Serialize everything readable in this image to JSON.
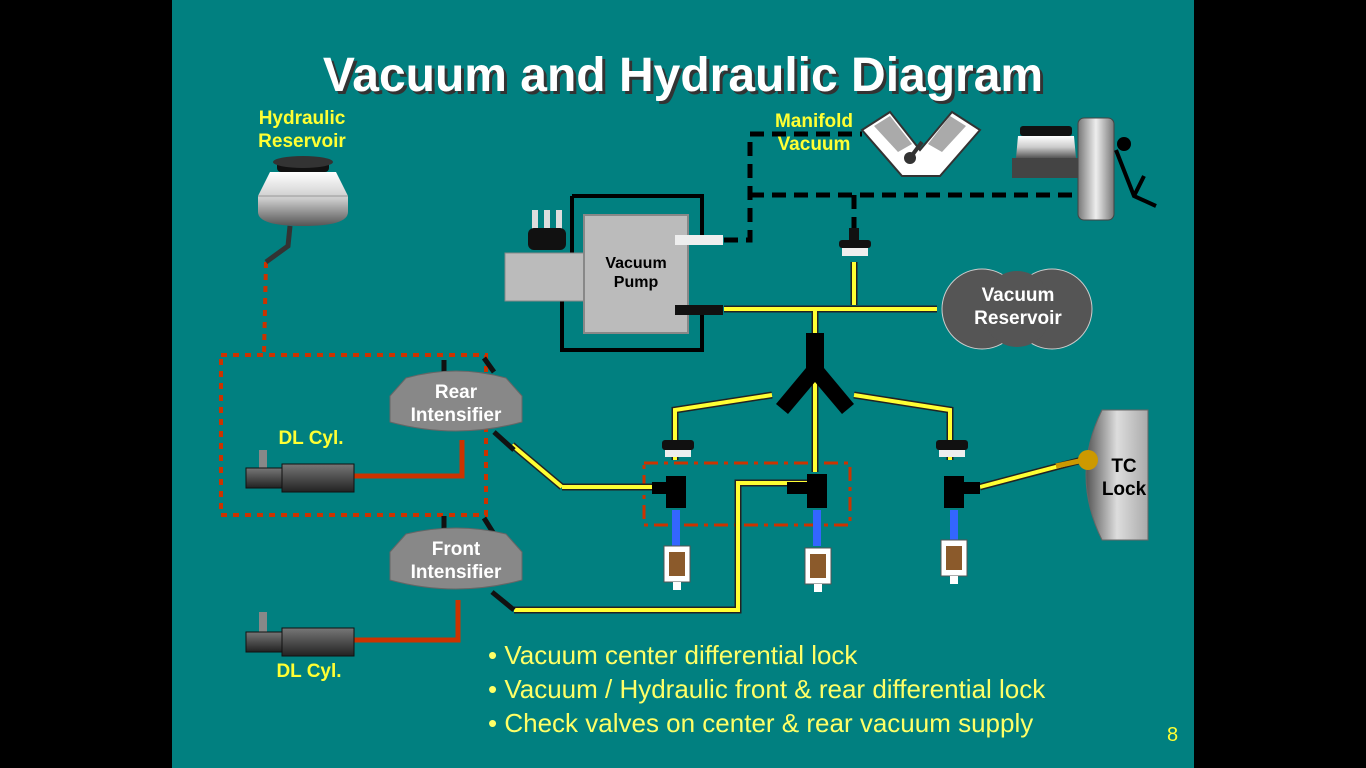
{
  "slide": {
    "title": "Vacuum and Hydraulic Diagram",
    "page_number": "8"
  },
  "labels": {
    "hydraulic_reservoir": [
      "Hydraulic",
      "Reservoir"
    ],
    "manifold_vacuum": [
      "Manifold",
      "Vacuum"
    ],
    "vacuum_pump": [
      "Vacuum",
      "Pump"
    ],
    "vacuum_reservoir": [
      "Vacuum",
      "Reservoir"
    ],
    "rear_intensifier": [
      "Rear",
      "Intensifier"
    ],
    "front_intensifier": [
      "Front",
      "Intensifier"
    ],
    "dl_cyl_rear": "DL Cyl.",
    "dl_cyl_front": "DL Cyl.",
    "tc_lock": [
      "TC",
      "Lock"
    ]
  },
  "bullets": [
    "• Vacuum center differential lock",
    "• Vacuum / Hydraulic front & rear differential lock",
    "• Check valves on center & rear vacuum supply"
  ],
  "colors": {
    "background": "#018080",
    "vacuum_line": "#ffff33",
    "hydraulic_line": "#cc3300",
    "label_yellow": "#ffff33"
  }
}
